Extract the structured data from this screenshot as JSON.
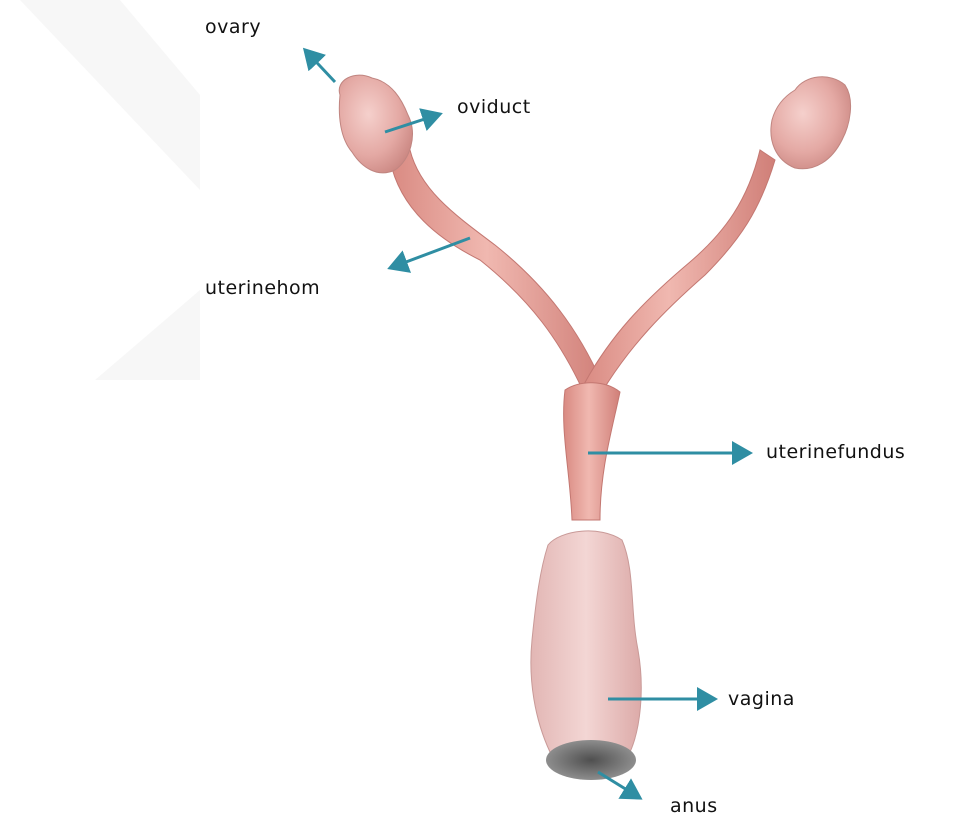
{
  "diagram": {
    "arrow_color": "#2f8ea3",
    "tissue_color": "#e9a7a1",
    "labels": {
      "ovary": "ovary",
      "oviduct": "oviduct",
      "uterine_horn": "uterinehom",
      "uterine_fundus": "uterinefundus",
      "vagina": "vagina",
      "anus": "anus"
    }
  }
}
